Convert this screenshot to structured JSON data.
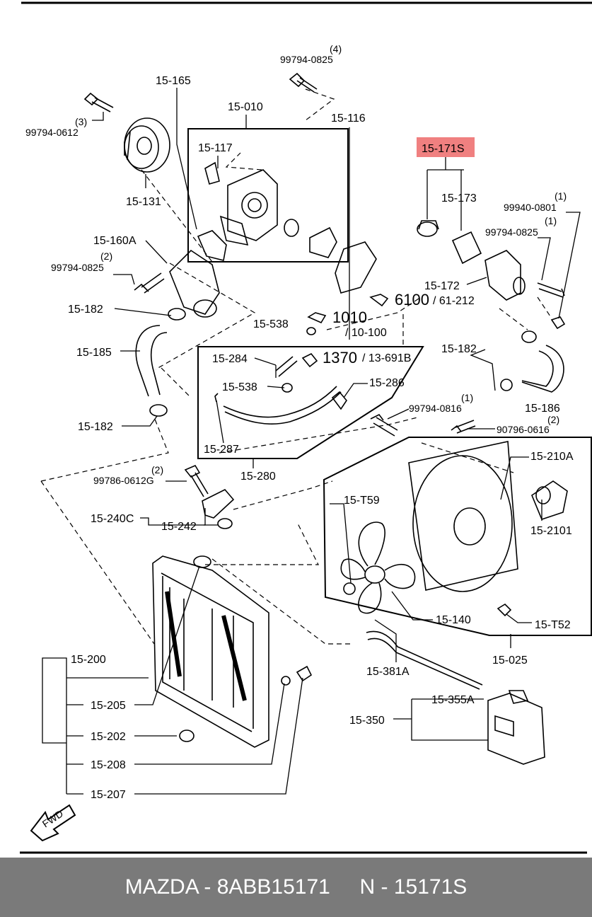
{
  "diagram": {
    "labels": {
      "l_99794_0825_top": "99794-0825",
      "l_qty4": "(4)",
      "l_15_165": "15-165",
      "l_15_010": "15-010",
      "l_15_116": "15-116",
      "l_qty3": "(3)",
      "l_99794_0612": "99794-0612",
      "l_15_117": "15-117",
      "l_15_131": "15-131",
      "l_15_171s": "15-171S",
      "l_15_173": "15-173",
      "l_qty1_a": "(1)",
      "l_99940_0801": "99940-0801",
      "l_qty1_b": "(1)",
      "l_99794_0825_right": "99794-0825",
      "l_15_160a": "15-160A",
      "l_qty2_a": "(2)",
      "l_99794_0825_left": "99794-0825",
      "l_15_172": "15-172",
      "l_6100": "6100",
      "l_61_212": "/ 61-212",
      "l_15_182_a": "15-182",
      "l_1010": "1010",
      "l_15_538_a": "15-538",
      "l_10_100": "/ 10-100",
      "l_15_185": "15-185",
      "l_15_182_b": "15-182",
      "l_15_284": "15-284",
      "l_1370": "1370",
      "l_13_691b": "/ 13-691B",
      "l_15_538_b": "15-538",
      "l_15_286": "15-286",
      "l_15_186": "15-186",
      "l_qty1_c": "(1)",
      "l_99794_0816": "99794-0816",
      "l_qty2_b": "(2)",
      "l_90796_0616": "90796-0616",
      "l_15_182_c": "15-182",
      "l_15_287": "15-287",
      "l_15_280": "15-280",
      "l_15_210a": "15-210A",
      "l_qty2_c": "(2)",
      "l_99786_0612g": "99786-0612G",
      "l_15_t59": "15-T59",
      "l_15_2101": "15-2101",
      "l_15_240c": "15-240C",
      "l_15_242": "15-242",
      "l_15_140": "15-140",
      "l_15_t52": "15-T52",
      "l_15_200": "15-200",
      "l_15_025": "15-025",
      "l_15_381a": "15-381A",
      "l_15_205": "15-205",
      "l_15_355a": "15-355A",
      "l_15_350": "15-350",
      "l_15_202": "15-202",
      "l_15_208": "15-208",
      "l_15_207": "15-207",
      "l_fwd": "FWD"
    },
    "highlight_color": "#f08080"
  },
  "footer": {
    "text": "MAZDA - 8ABB15171     N - 15171S"
  }
}
